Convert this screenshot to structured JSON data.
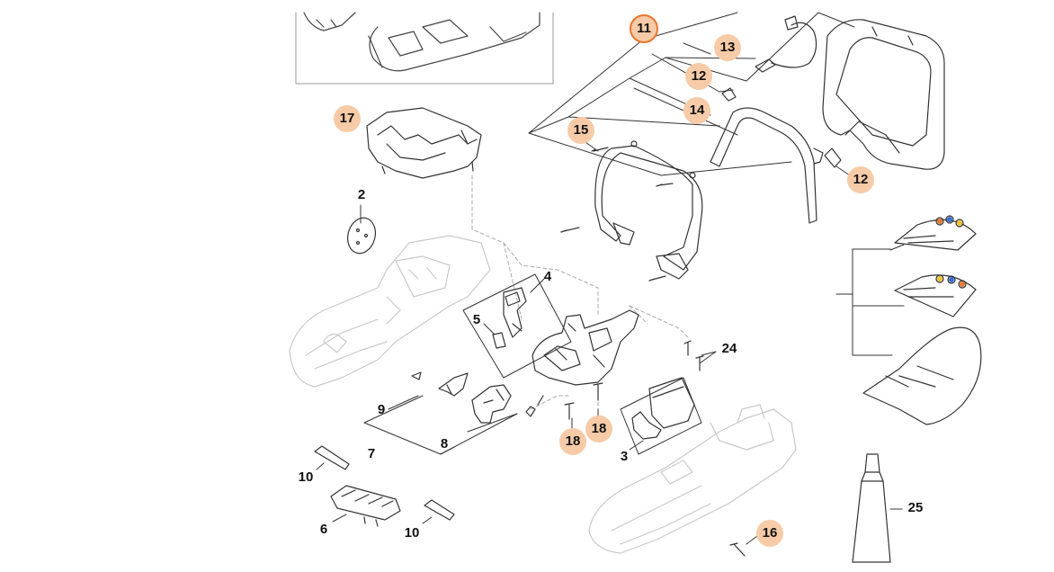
{
  "diagram": {
    "colors": {
      "highlight_fill": "#f7cba7",
      "selected_border": "#e8762c",
      "part_stroke": "#333333",
      "faded_stroke": "#c9c9c9"
    },
    "parts": [
      {
        "id": "p11",
        "number": "11",
        "style": "selected"
      },
      {
        "id": "p13",
        "number": "13",
        "style": "highlight"
      },
      {
        "id": "p12a",
        "number": "12",
        "style": "highlight"
      },
      {
        "id": "p14",
        "number": "14",
        "style": "highlight"
      },
      {
        "id": "p15",
        "number": "15",
        "style": "highlight"
      },
      {
        "id": "p12b",
        "number": "12",
        "style": "highlight"
      },
      {
        "id": "p17",
        "number": "17",
        "style": "highlight"
      },
      {
        "id": "p2",
        "number": "2",
        "style": "plain"
      },
      {
        "id": "p4",
        "number": "4",
        "style": "plain"
      },
      {
        "id": "p5",
        "number": "5",
        "style": "plain"
      },
      {
        "id": "p24",
        "number": "24",
        "style": "plain"
      },
      {
        "id": "p9",
        "number": "9",
        "style": "plain"
      },
      {
        "id": "p7",
        "number": "7",
        "style": "plain"
      },
      {
        "id": "p8",
        "number": "8",
        "style": "plain"
      },
      {
        "id": "p18a",
        "number": "18",
        "style": "highlight"
      },
      {
        "id": "p18b",
        "number": "18",
        "style": "highlight"
      },
      {
        "id": "p3",
        "number": "3",
        "style": "plain"
      },
      {
        "id": "p10a",
        "number": "10",
        "style": "plain"
      },
      {
        "id": "p6",
        "number": "6",
        "style": "plain"
      },
      {
        "id": "p10b",
        "number": "10",
        "style": "plain"
      },
      {
        "id": "p16",
        "number": "16",
        "style": "highlight"
      },
      {
        "id": "p25",
        "number": "25",
        "style": "plain"
      }
    ]
  }
}
